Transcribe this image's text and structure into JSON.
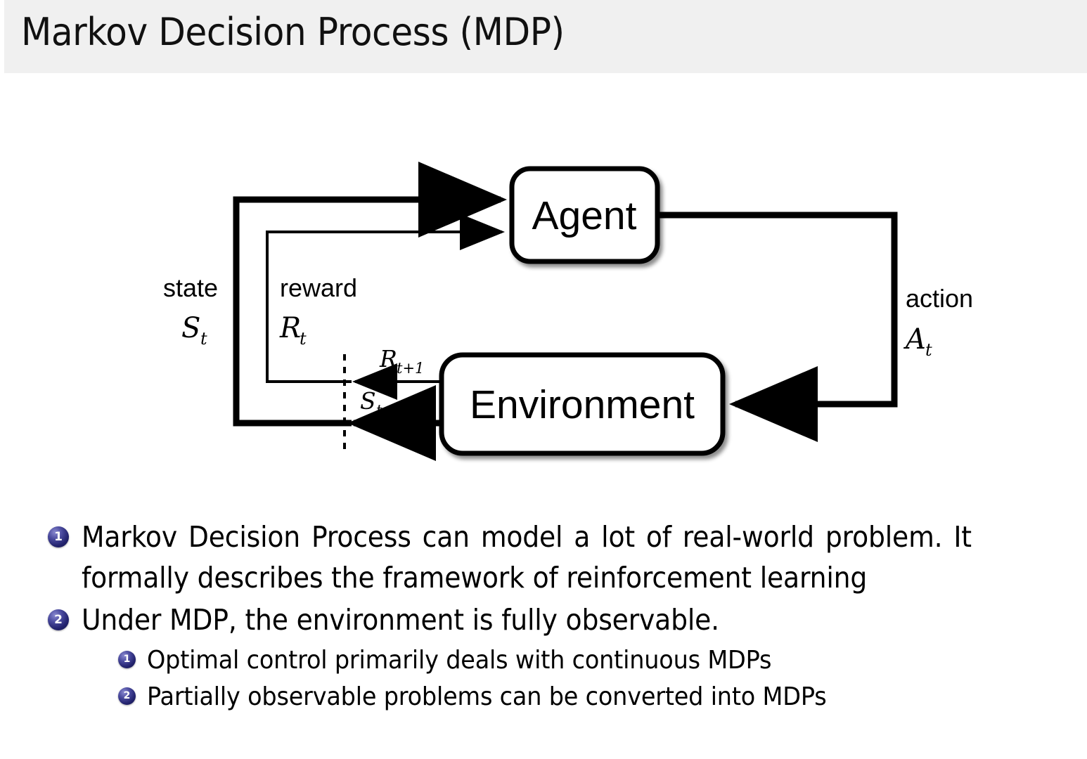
{
  "header": {
    "title": "Markov Decision Process (MDP)",
    "band_color": "#f0f0f0"
  },
  "diagram": {
    "name": "agent-environment-interaction-loop",
    "nodes": [
      {
        "id": "agent",
        "label": "Agent"
      },
      {
        "id": "environment",
        "label": "Environment"
      }
    ],
    "labels": {
      "state_word": "state",
      "state_symbol": "S",
      "state_subscript": "t",
      "reward_word": "reward",
      "reward_symbol": "R",
      "reward_subscript": "t",
      "action_word": "action",
      "action_symbol": "A",
      "action_subscript": "t",
      "next_reward_symbol": "R",
      "next_reward_subscript": "t+1",
      "next_state_symbol": "S",
      "next_state_subscript": "t+1"
    },
    "edges": [
      {
        "from": "environment",
        "to": "agent",
        "label": "state S_t",
        "weight": "thick"
      },
      {
        "from": "environment",
        "to": "agent",
        "label": "reward R_t",
        "weight": "thin"
      },
      {
        "from": "agent",
        "to": "environment",
        "label": "action A_t",
        "weight": "thick"
      },
      {
        "from": "environment",
        "to": "time-boundary",
        "label": "R_{t+1}",
        "weight": "thin"
      },
      {
        "from": "environment",
        "to": "time-boundary",
        "label": "S_{t+1}",
        "weight": "thick"
      }
    ],
    "time_boundary": "dashed-vertical-line"
  },
  "bullets": [
    {
      "number": "1",
      "level": 1,
      "lines": [
        "Markov Decision Process can model a lot of real-world problem.  It",
        "formally describes the framework of reinforcement learning"
      ],
      "text": "Markov Decision Process can model a lot of real-world problem. It formally describes the framework of reinforcement learning"
    },
    {
      "number": "2",
      "level": 1,
      "lines": [
        "Under MDP, the environment is fully observable."
      ],
      "text": "Under MDP, the environment is fully observable."
    },
    {
      "number": "1",
      "level": 2,
      "lines": [
        "Optimal control primarily deals with continuous MDPs"
      ],
      "text": "Optimal control primarily deals with continuous MDPs"
    },
    {
      "number": "2",
      "level": 2,
      "lines": [
        "Partially observable problems can be converted into MDPs"
      ],
      "text": "Partially observable problems can be converted into MDPs"
    }
  ],
  "colors": {
    "background": "#ffffff",
    "header_band": "#f0f0f0",
    "text": "#000000",
    "bullet_marker": "#23236e",
    "diagram_stroke": "#000000"
  }
}
